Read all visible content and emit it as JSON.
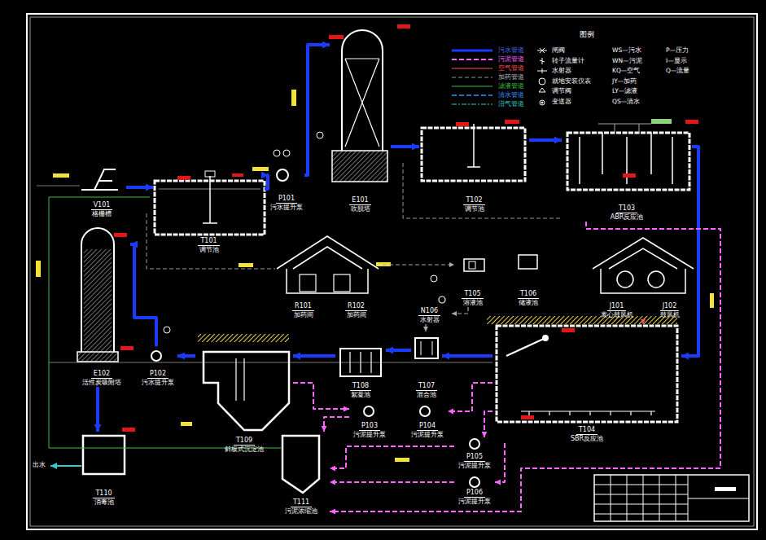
{
  "diagram": {
    "nodes": [
      {
        "text": [
          "V101",
          "格栅槽"
        ]
      },
      {
        "text": [
          "T101",
          "调节池"
        ]
      },
      {
        "text": [
          "P101",
          "污水提升泵"
        ]
      },
      {
        "text": [
          "E101",
          "吹脱塔"
        ]
      },
      {
        "text": [
          "T102",
          "调节池"
        ]
      },
      {
        "text": [
          "T103",
          "ABR反应池"
        ]
      },
      {
        "text": [
          "R101",
          "R102",
          "加药间",
          "加药间"
        ]
      },
      {
        "text": [
          "T105",
          "溶液池"
        ]
      },
      {
        "text": [
          "T106",
          "储液池"
        ]
      },
      {
        "text": [
          "J101",
          "J102",
          "离心鼓风机",
          "鼓风机"
        ]
      },
      {
        "text": [
          "N106",
          "水射器"
        ]
      },
      {
        "text": [
          "E102",
          "活性炭吸附塔"
        ]
      },
      {
        "text": [
          "P102",
          "污水提升泵"
        ]
      },
      {
        "text": [
          "T109",
          "斜板式沉淀池"
        ]
      },
      {
        "text": [
          "T108",
          "絮凝池"
        ]
      },
      {
        "text": [
          "T107",
          "混合池"
        ]
      },
      {
        "text": [
          "T104",
          "SBR反应池"
        ]
      },
      {
        "text": [
          "P103",
          "污泥提升泵"
        ]
      },
      {
        "text": [
          "P104",
          "污泥提升泵"
        ]
      },
      {
        "text": [
          "P105",
          "污泥提升泵"
        ]
      },
      {
        "text": [
          "P106",
          "污泥提升泵"
        ]
      },
      {
        "text": [
          "T110",
          "消毒池"
        ]
      },
      {
        "text": [
          "T111",
          "污泥浓缩池"
        ]
      }
    ],
    "edges": [
      {
        "from": 0,
        "to": 1,
        "arrow": "to"
      },
      {
        "from": 1,
        "to": 2,
        "arrow": "to"
      },
      {
        "from": 2,
        "to": 3,
        "arrow": "to"
      },
      {
        "from": 3,
        "to": 4,
        "arrow": "to"
      },
      {
        "from": 4,
        "to": 5,
        "arrow": "to"
      },
      {
        "from": 5,
        "to": 16,
        "arrow": "to"
      },
      {
        "from": 16,
        "to": 15,
        "arrow": "to"
      },
      {
        "from": 15,
        "to": 14,
        "arrow": "to"
      },
      {
        "from": 14,
        "to": 13,
        "arrow": "to"
      },
      {
        "from": 13,
        "to": 12,
        "arrow": "to"
      },
      {
        "from": 12,
        "to": 11,
        "arrow": "to"
      },
      {
        "from": 11,
        "to": 21,
        "arrow": "to"
      },
      {
        "from": 10,
        "to": 15,
        "arrow": "to"
      },
      {
        "from": 9,
        "to": 16,
        "arrow": "to"
      },
      {
        "from": 13,
        "to": 17,
        "arrow": "to"
      },
      {
        "from": 17,
        "to": 22,
        "arrow": "to"
      },
      {
        "from": 16,
        "to": 18,
        "arrow": "to"
      },
      {
        "from": 16,
        "to": 19,
        "arrow": "to"
      },
      {
        "from": 19,
        "to": 22,
        "arrow": "to"
      },
      {
        "from": 16,
        "to": 20,
        "arrow": "to"
      },
      {
        "from": 20,
        "to": 22,
        "arrow": "to"
      },
      {
        "from": 5,
        "to": 22,
        "arrow": "to"
      },
      {
        "from": 6,
        "to": 7,
        "arrow": "to"
      },
      {
        "from": 7,
        "to": 10,
        "arrow": "to"
      }
    ],
    "labels": [
      "图例",
      "出水"
    ],
    "legend": [
      {
        "text": "污水管道"
      },
      {
        "text": "污泥管道"
      },
      {
        "text": "空气管道"
      },
      {
        "text": "加药管道"
      },
      {
        "text": "滤液管道"
      },
      {
        "text": "清水管道"
      },
      {
        "text": "沼气管道"
      },
      {
        "text": "闸阀"
      },
      {
        "text": "转子流量计"
      },
      {
        "text": "水射器"
      },
      {
        "text": "就地安装仪表"
      },
      {
        "text": "调节阀"
      },
      {
        "text": "变送器"
      },
      {
        "text": "WS—污水"
      },
      {
        "text": "WN—污泥"
      },
      {
        "text": "KQ—空气"
      },
      {
        "text": "JY—加药"
      },
      {
        "text": "LY—滤液"
      },
      {
        "text": "QS—清水"
      },
      {
        "text": "P—压力"
      },
      {
        "text": "I—显示"
      },
      {
        "text": "Q—流量"
      }
    ]
  }
}
